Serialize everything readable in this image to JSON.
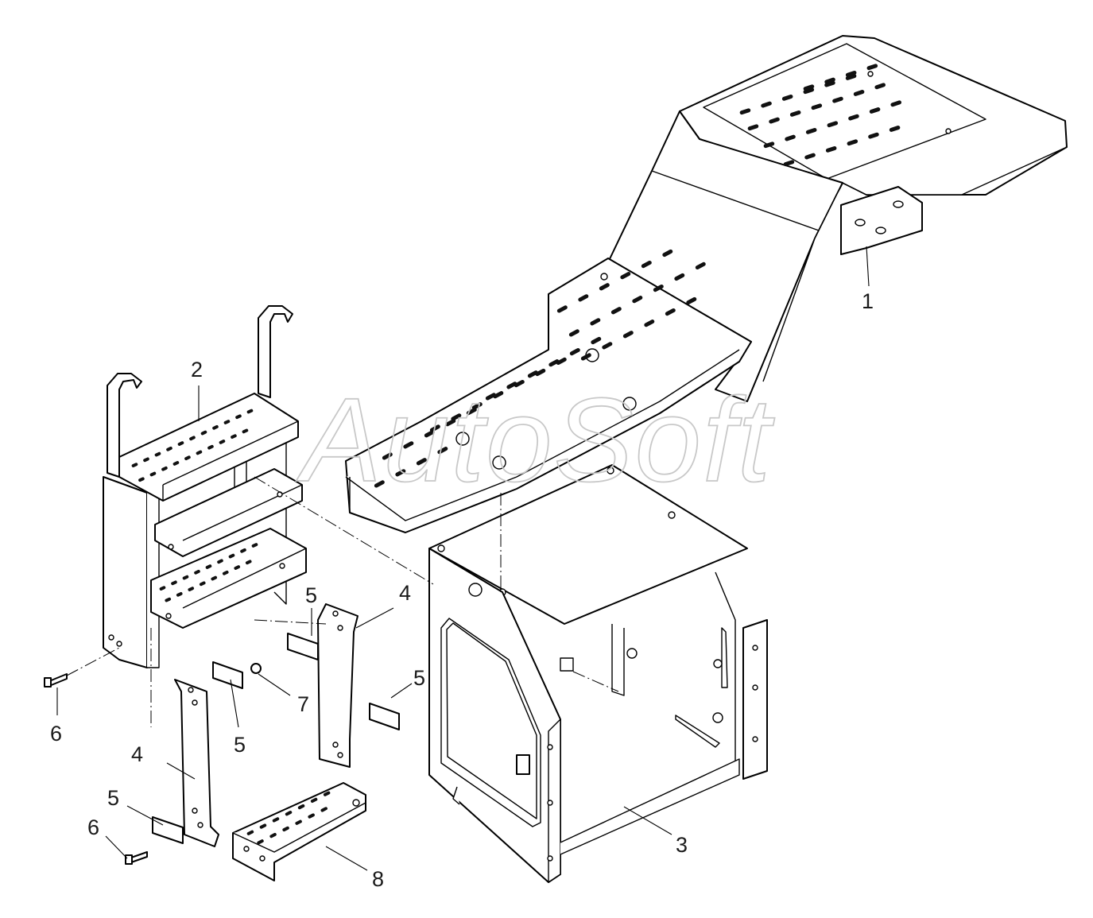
{
  "watermark": "AutoSoft",
  "callouts": {
    "c1": "1",
    "c2": "2",
    "c3": "3",
    "c4a": "4",
    "c4b": "4",
    "c5a": "5",
    "c5b": "5",
    "c5c": "5",
    "c5d": "5",
    "c6a": "6",
    "c6b": "6",
    "c7": "7",
    "c8": "8"
  }
}
